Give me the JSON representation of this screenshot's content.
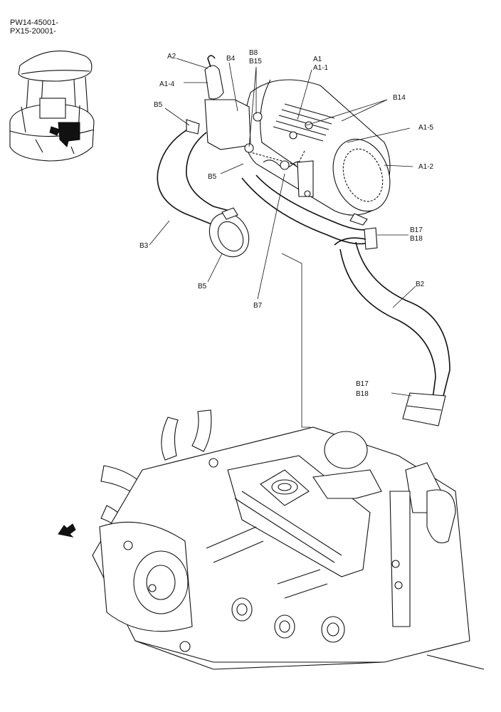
{
  "header": {
    "model_line_1": "PW14-45001-",
    "model_line_2": "PX15-20001-"
  },
  "callouts": {
    "a2": "A2",
    "a1_4": "A1-4",
    "b4": "B4",
    "b8": "B8",
    "b15": "B15",
    "a1": "A1",
    "a1_1": "A1-1",
    "b14": "B14",
    "b5_top": "B5",
    "a1_5": "A1-5",
    "a1_2": "A1-2",
    "b5_mid": "B5",
    "b17_top": "B17",
    "b18_top": "B18",
    "b3": "B3",
    "b5_low": "B5",
    "b7": "B7",
    "b2": "B2",
    "b17_low": "B17",
    "b18_low": "B18"
  }
}
